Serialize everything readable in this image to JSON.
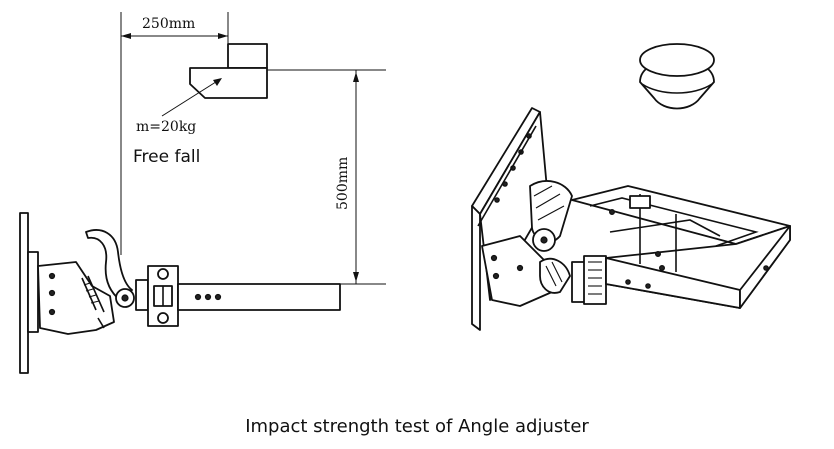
{
  "dimensions": {
    "horizontal_label": "250mm",
    "vertical_label": "500mm"
  },
  "mass_label": "m=20kg",
  "fall_label": "Free fall",
  "caption": "Impact strength test of Angle adjuster"
}
